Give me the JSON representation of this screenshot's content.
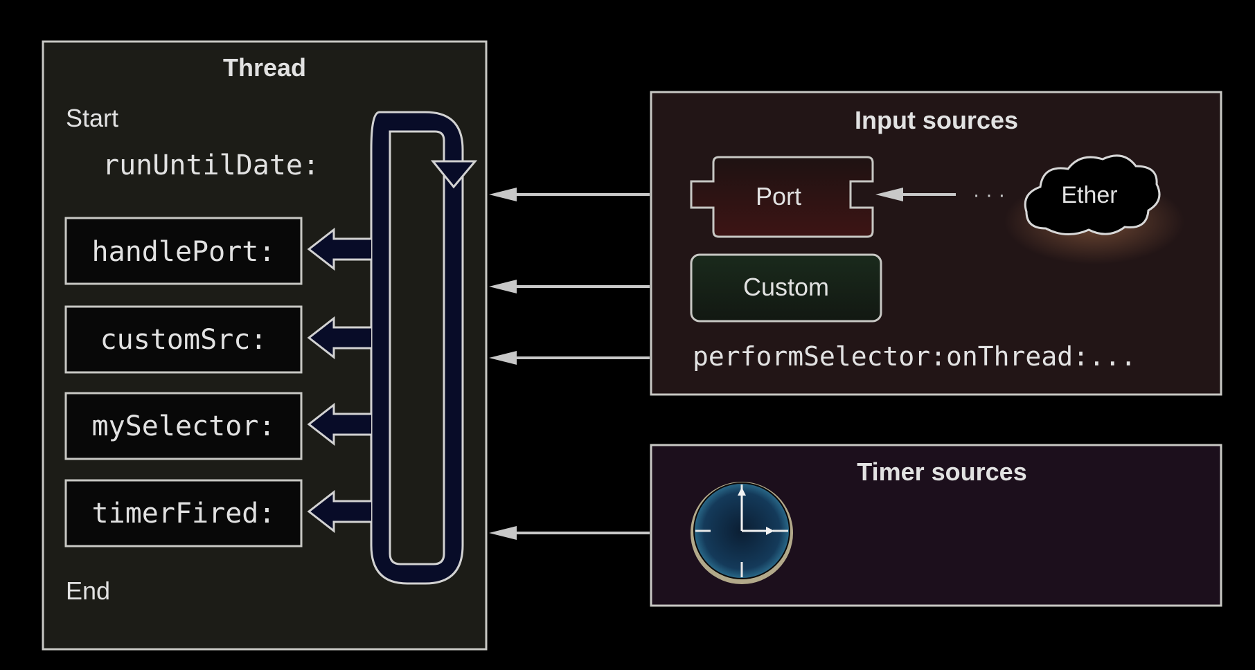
{
  "thread": {
    "title": "Thread",
    "start_label": "Start",
    "end_label": "End",
    "run_call": "runUntilDate:",
    "handlers": [
      "handlePort:",
      "customSrc:",
      "mySelector:",
      "timerFired:"
    ]
  },
  "input_sources": {
    "title": "Input sources",
    "port_label": "Port",
    "custom_label": "Custom",
    "ether_label": "Ether",
    "ellipsis": "· · ·",
    "perform_selector": "performSelector:onThread:..."
  },
  "timer_sources": {
    "title": "Timer sources",
    "icon": "clock-icon"
  },
  "colors": {
    "background": "#000000",
    "thread_panel": "#1c1c17",
    "input_panel": "#221516",
    "timer_panel": "#1c0f1c",
    "panel_border": "#c8c8c4",
    "loop_fill": "#080c28",
    "loop_stroke": "#d2d2d2",
    "port_fill": "#2a1010",
    "custom_fill": "#1b261b",
    "text": "#e2e2e2"
  }
}
